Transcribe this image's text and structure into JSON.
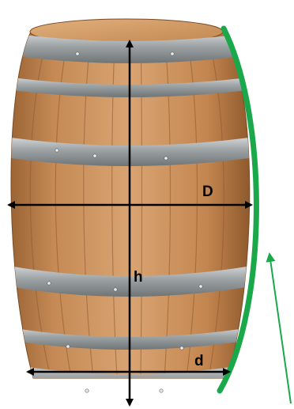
{
  "labels": {
    "diameter_bulge": "D",
    "height": "h",
    "diameter_head": "d"
  },
  "colors": {
    "background": "#ffffff",
    "wood": "#c58a55",
    "wood_dark": "#9c6535",
    "hoop": "#9ea3a6",
    "arrow": "#000000",
    "curve": "#1aa84b"
  }
}
